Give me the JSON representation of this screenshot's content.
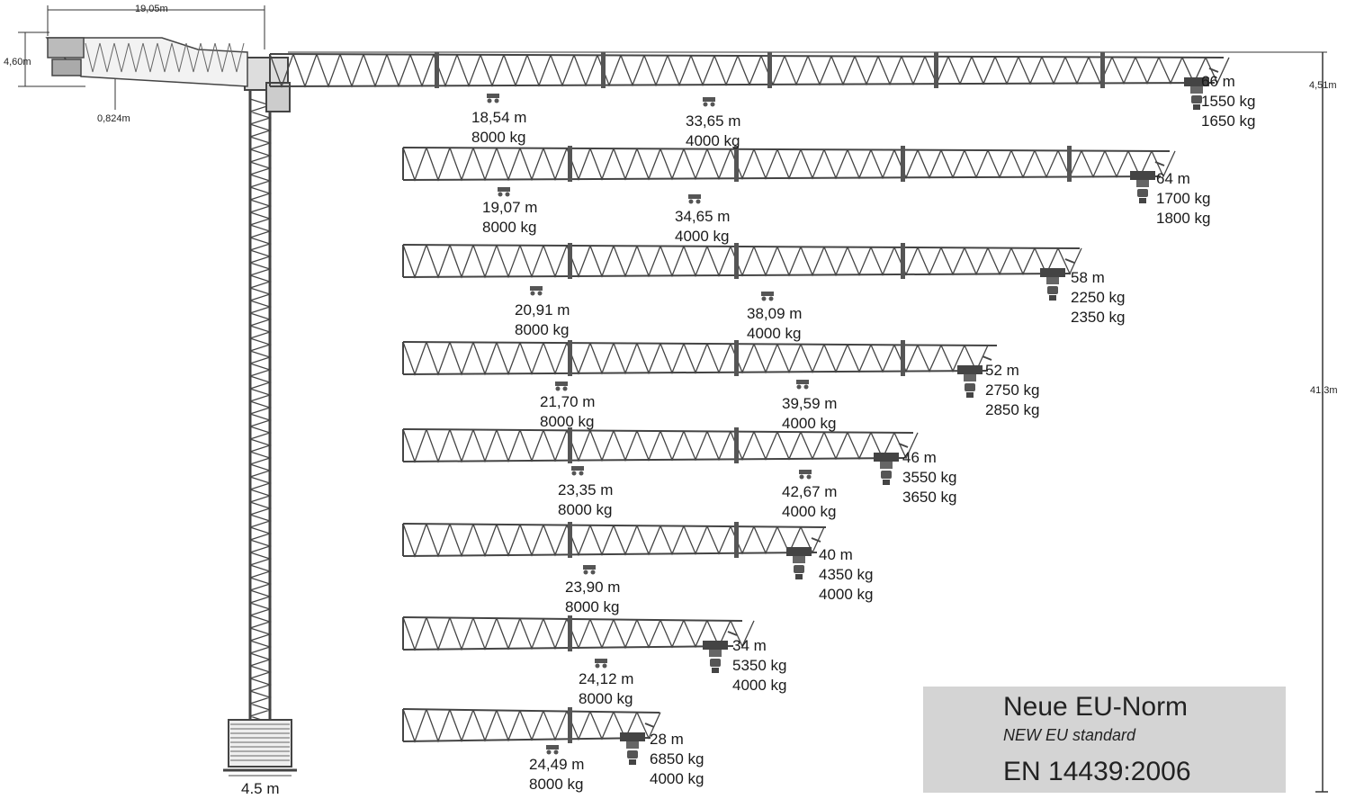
{
  "dimensions": {
    "counter_jib_length": "19,05m",
    "counter_jib_height": "4,60m",
    "counter_offset": "0,824m",
    "tip_height": "4,51m",
    "hook_height": "41,3m",
    "base_width": "4.5 m"
  },
  "jibs": [
    {
      "length": "66 m",
      "tip_load_1": "1550 kg",
      "tip_load_2": "1650 kg",
      "points": [
        {
          "dist": "18,54 m",
          "load": "8000 kg"
        },
        {
          "dist": "33,65 m",
          "load": "4000 kg"
        }
      ]
    },
    {
      "length": "64 m",
      "tip_load_1": "1700 kg",
      "tip_load_2": "1800 kg",
      "points": [
        {
          "dist": "19,07 m",
          "load": "8000 kg"
        },
        {
          "dist": "34,65 m",
          "load": "4000 kg"
        }
      ]
    },
    {
      "length": "58 m",
      "tip_load_1": "2250 kg",
      "tip_load_2": "2350 kg",
      "points": [
        {
          "dist": "20,91 m",
          "load": "8000 kg"
        },
        {
          "dist": "38,09 m",
          "load": "4000 kg"
        }
      ]
    },
    {
      "length": "52 m",
      "tip_load_1": "2750 kg",
      "tip_load_2": "2850 kg",
      "points": [
        {
          "dist": "21,70 m",
          "load": "8000 kg"
        },
        {
          "dist": "39,59 m",
          "load": "4000 kg"
        }
      ]
    },
    {
      "length": "46 m",
      "tip_load_1": "3550 kg",
      "tip_load_2": "3650 kg",
      "points": [
        {
          "dist": "23,35 m",
          "load": "8000 kg"
        },
        {
          "dist": "42,67 m",
          "load": "4000 kg"
        }
      ]
    },
    {
      "length": "40 m",
      "tip_load_1": "4350 kg",
      "tip_load_2": "4000 kg",
      "points": [
        {
          "dist": "23,90 m",
          "load": "8000 kg"
        }
      ]
    },
    {
      "length": "34 m",
      "tip_load_1": "5350 kg",
      "tip_load_2": "4000 kg",
      "points": [
        {
          "dist": "24,12 m",
          "load": "8000 kg"
        }
      ]
    },
    {
      "length": "28 m",
      "tip_load_1": "6850 kg",
      "tip_load_2": "4000 kg",
      "points": [
        {
          "dist": "24,49 m",
          "load": "8000 kg"
        }
      ]
    }
  ],
  "norm": {
    "title": "Neue EU-Norm",
    "subtitle": "NEW EU standard",
    "code": "EN 14439:2006"
  }
}
